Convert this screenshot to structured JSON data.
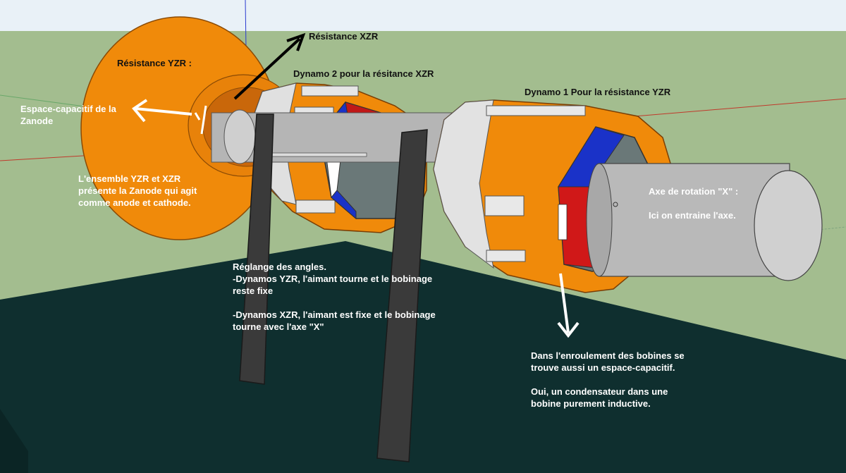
{
  "colors": {
    "sky": "#e9f1f7",
    "ground": "#a3bd8f",
    "floor": "#0f2f2f",
    "orange": "#f08a0a",
    "orange_dark": "#c8650a",
    "grey": "#c8c8c8",
    "grey_dark": "#7d8b8b",
    "blue": "#1836d8",
    "red": "#d8161c",
    "post": "#3a3a3a",
    "white_text": "#ffffff",
    "black_text": "#111111"
  },
  "labels": {
    "resistance_xzr": "Résistance XZR",
    "resistance_yzr": "Résistance YZR :",
    "dynamo2": "Dynamo 2 pour la résitance XZR",
    "dynamo1": "Dynamo 1 Pour la résistance YZR",
    "espace_capacitif": "Espace-capacitif de la\nZanode",
    "ensemble": "L'ensemble YZR et XZR\nprésente la Zanode qui agit\ncomme anode et cathode.",
    "axe": "Axe de rotation \"X\" :\n\nIci on entraine l'axe.",
    "reglage": "Réglange des angles.\n-Dynamos YZR, l'aimant tourne et le bobinage\nreste fixe\n\n-Dynamos XZR, l'aimant est fixe et le bobinage\ntourne avec l'axe \"X\"",
    "enroulement": "Dans l'enroulement des bobines se\ntrouve aussi un espace-capacitif.\n\nOui, un condensateur dans une\nbobine purement inductive."
  }
}
